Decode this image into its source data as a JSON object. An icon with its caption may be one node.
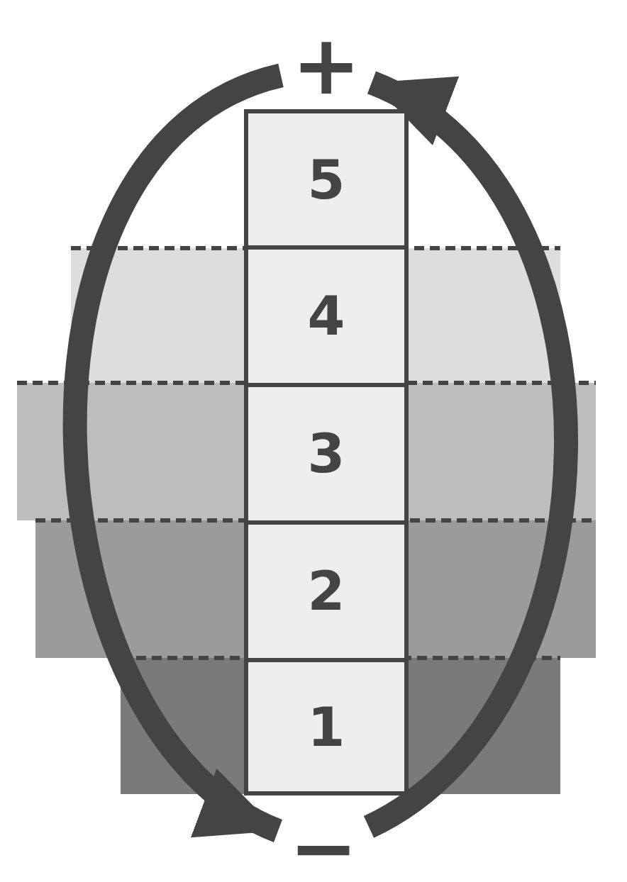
{
  "diagram": {
    "nodes": [
      {
        "text": [
          "+"
        ]
      },
      {
        "text": [
          "5"
        ]
      },
      {
        "text": [
          "4"
        ]
      },
      {
        "text": [
          "3"
        ]
      },
      {
        "text": [
          "2"
        ]
      },
      {
        "text": [
          "1"
        ]
      },
      {
        "text": [
          "−"
        ]
      }
    ],
    "edges": [
      {
        "from": 0,
        "to": 6,
        "arrow": "to"
      },
      {
        "from": 6,
        "to": 0,
        "arrow": "to"
      }
    ]
  }
}
